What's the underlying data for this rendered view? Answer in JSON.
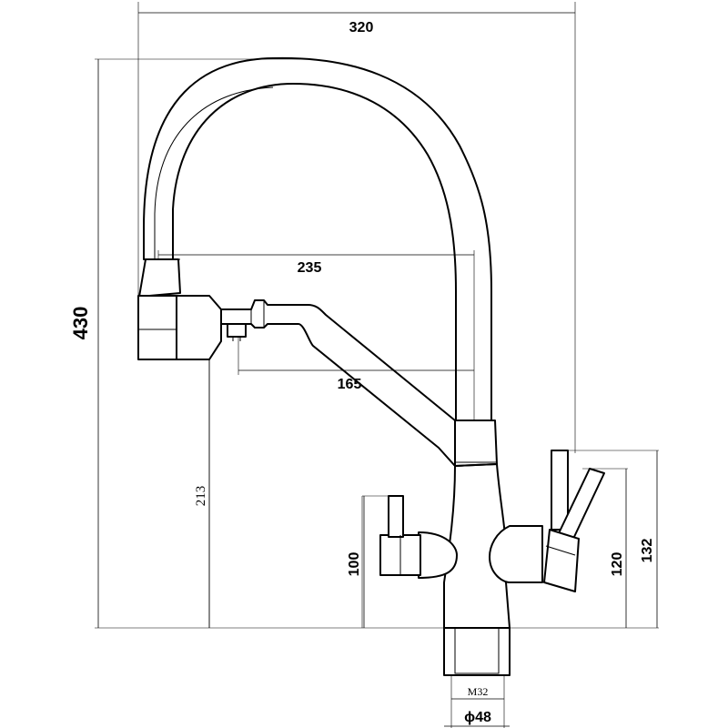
{
  "dimensions": {
    "total_width": "320",
    "spout_reach": "235",
    "outlet_offset": "165",
    "total_height": "430",
    "outlet_height": "213",
    "left_handle_height": "100",
    "right_handle_height": "120",
    "right_handle_top": "132",
    "thread": "M32",
    "base_diameter": "ϕ48"
  }
}
